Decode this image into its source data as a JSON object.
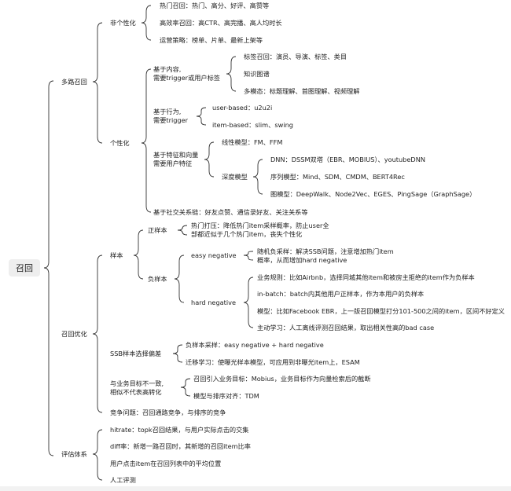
{
  "root": "召回",
  "branches": {
    "multi_recall": {
      "label": "多路召回",
      "non_personal": {
        "label": "非个性化",
        "items": [
          "热门召回：热门、高分、好评、高赞等",
          "高效率召回：高CTR、高完播、高人均时长",
          "运营策略：榜单、片单、最新上架等"
        ]
      },
      "personal": {
        "label": "个性化",
        "content": {
          "label": [
            "基于内容,",
            "需要trigger或用户标签"
          ],
          "items": [
            "标签召回：演员、导演、标签、类目",
            "知识图谱",
            "多模态：标题理解、首图理解、视频理解"
          ]
        },
        "behavior": {
          "label": [
            "基于行为,",
            "需要trigger"
          ],
          "items": [
            "user-based：u2u2i",
            "item-based：slim、swing"
          ]
        },
        "feature": {
          "label": [
            "基于特征和向量",
            "需要用户特征"
          ],
          "linear": "线性模型：FM、FFM",
          "deep": {
            "label": "深度模型",
            "items": [
              "DNN：DSSM双塔（EBR、MOBIUS）、youtubeDNN",
              "序列模型：Mind、SDM、CMDM、BERT4Rec",
              "图模型：DeepWalk、Node2Vec、EGES、PingSage（GraphSage）"
            ]
          }
        },
        "social": "基于社交关系链：好友点赞、通信录好友、关注关系等"
      }
    },
    "optimize": {
      "label": "召回优化",
      "samples": {
        "label": "样本",
        "positive": {
          "label": "正样本",
          "text": [
            "热门打压：降低热门item采样概率，防止user全",
            "部都近似于几个热门item，丧失个性化"
          ]
        },
        "negative": {
          "label": "负样本",
          "easy": {
            "label": "easy negative",
            "text": [
              "随机负采样：解决SSB问题，注意增加热门item",
              "概率，从而增加hard negative"
            ]
          },
          "hard": {
            "label": "hard negative",
            "items": [
              "业务规则：比如Airbnb，选择同城其他item和被房主拒绝的item作为负样本",
              "in-batch：batch内其他用户正样本，作为本用户的负样本",
              "模型：比如Facebook EBR，上一版召回模型打分101-500之间的item，区间不好定义",
              "主动学习：人工离线评测召回结果，取出相关性高的bad case"
            ]
          }
        }
      },
      "ssb": {
        "label": "SSB样本选择偏差",
        "items": [
          "负样本采样：easy negative + hard negative",
          "迁移学习：使曝光样本模型，可应用到非曝光item上，ESAM"
        ]
      },
      "goal": {
        "label": [
          "与业务目标不一致,",
          "相似不代表高转化"
        ],
        "items": [
          "召回引入业务目标：Mobius，业务目标作为向量检索后的截断",
          "模型与排序对齐：TDM"
        ]
      },
      "compete": "竞争问题：召回通路竞争，与排序的竞争"
    },
    "evaluation": {
      "label": "评估体系",
      "items": [
        "hitrate：topk召回结果，与用户实际点击的交集",
        "diff率：新增一路召回时，其新增的召回item比率",
        "用户点击item在召回列表中的平均位置",
        "人工评测"
      ]
    }
  }
}
